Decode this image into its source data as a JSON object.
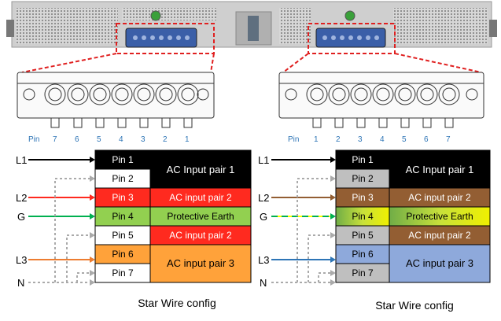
{
  "pin_word": "Pin",
  "left": {
    "pin_order": [
      "7",
      "6",
      "5",
      "4",
      "3",
      "2",
      "1"
    ],
    "pins": [
      "Pin 1",
      "Pin 2",
      "Pin 3",
      "Pin 4",
      "Pin 5",
      "Pin 6",
      "Pin 7"
    ],
    "functions": [
      "AC Input pair 1",
      "AC input pair 2",
      "Protective Earth",
      "AC input pair 2",
      "AC input pair 3"
    ],
    "wires": [
      "L1",
      "L2",
      "G",
      "L3",
      "N"
    ],
    "caption": "Star Wire config",
    "colors": {
      "black": "#000000",
      "red": "#ff2a1f",
      "green": "#92d050",
      "orange": "#ffa23a",
      "white": "#ffffff"
    }
  },
  "right": {
    "pin_order": [
      "1",
      "2",
      "3",
      "4",
      "5",
      "6",
      "7"
    ],
    "pins": [
      "Pin 1",
      "Pin 2",
      "Pin 3",
      "Pin 4",
      "Pin 5",
      "Pin 6",
      "Pin 7"
    ],
    "functions": [
      "AC Input pair 1",
      "AC input pair 2",
      "Protective Earth",
      "AC input pair 2",
      "AC input pair 3"
    ],
    "wires": [
      "L1",
      "L2",
      "G",
      "L3",
      "N"
    ],
    "caption": "Star Wire config",
    "colors": {
      "black": "#000000",
      "brown": "#935e33",
      "earth_gradient": "#9ad23a",
      "blue": "#8ea9db",
      "grey": "#bfbfbf"
    }
  }
}
